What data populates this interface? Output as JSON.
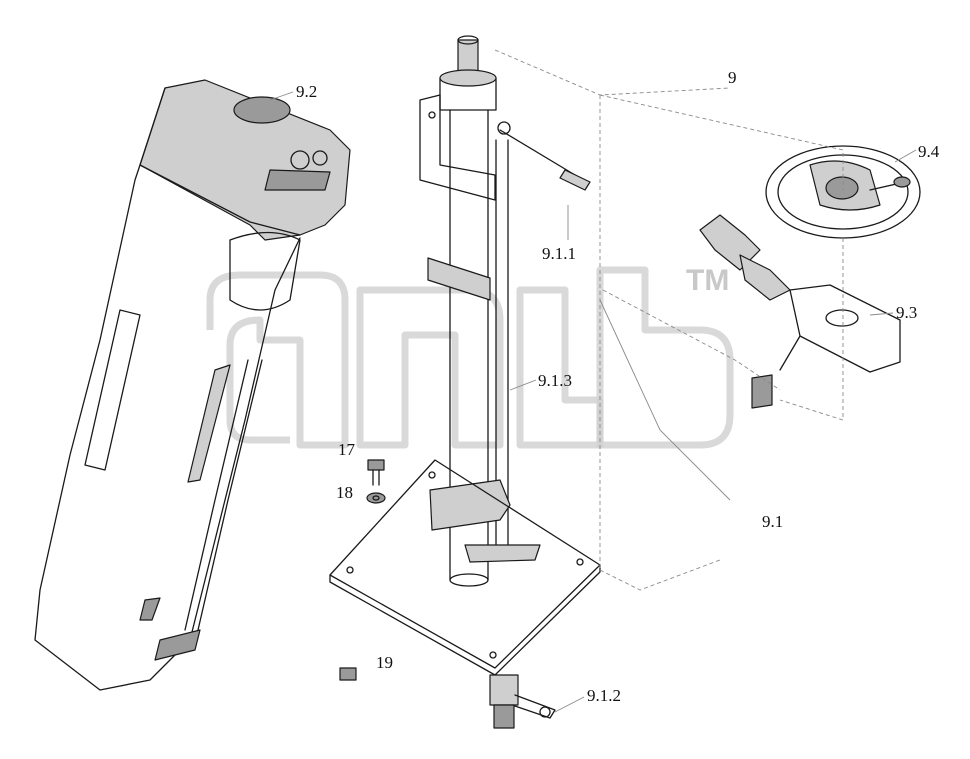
{
  "watermark": {
    "trademark": "TM"
  },
  "labels": {
    "l9": "9",
    "l9_1": "9.1",
    "l9_1_1": "9.1.1",
    "l9_1_2": "9.1.2",
    "l9_1_3": "9.1.3",
    "l9_2": "9.2",
    "l9_3": "9.3",
    "l9_4": "9.4",
    "l17": "17",
    "l18": "18",
    "l19": "19"
  }
}
